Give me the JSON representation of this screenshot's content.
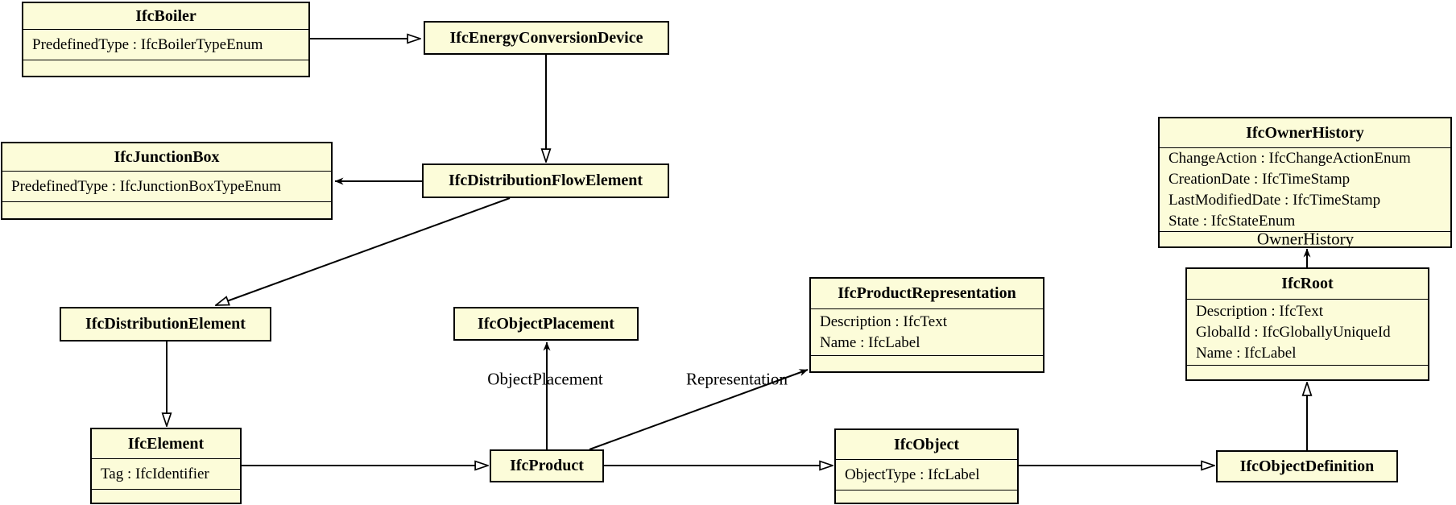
{
  "diagram": {
    "type": "uml-class-diagram",
    "background_color": "#FFFFFF",
    "class_fill_color": "#FCFCD9",
    "class_border_color": "#000000",
    "text_color": "#000000"
  },
  "classes": [
    {
      "name": "IfcBoiler",
      "attributes": [
        "PredefinedType : IfcBoilerTypeEnum"
      ]
    },
    {
      "name": "IfcEnergyConversionDevice",
      "attributes": []
    },
    {
      "name": "IfcJunctionBox",
      "attributes": [
        "PredefinedType : IfcJunctionBoxTypeEnum"
      ]
    },
    {
      "name": "IfcDistributionFlowElement",
      "attributes": []
    },
    {
      "name": "IfcOwnerHistory",
      "attributes": [
        "ChangeAction : IfcChangeActionEnum",
        "CreationDate : IfcTimeStamp",
        "LastModifiedDate : IfcTimeStamp",
        "State : IfcStateEnum"
      ]
    },
    {
      "name": "IfcDistributionElement",
      "attributes": []
    },
    {
      "name": "IfcObjectPlacement",
      "attributes": []
    },
    {
      "name": "IfcProductRepresentation",
      "attributes": [
        "Description : IfcText",
        "Name : IfcLabel"
      ]
    },
    {
      "name": "IfcRoot",
      "attributes": [
        "Description : IfcText",
        "GlobalId : IfcGloballyUniqueId",
        "Name : IfcLabel"
      ]
    },
    {
      "name": "IfcElement",
      "attributes": [
        "Tag : IfcIdentifier"
      ]
    },
    {
      "name": "IfcProduct",
      "attributes": []
    },
    {
      "name": "IfcObject",
      "attributes": [
        "ObjectType : IfcLabel"
      ]
    },
    {
      "name": "IfcObjectDefinition",
      "attributes": []
    }
  ],
  "relations": [
    {
      "from": "IfcBoiler",
      "to": "IfcEnergyConversionDevice",
      "type": "generalization",
      "label": ""
    },
    {
      "from": "IfcEnergyConversionDevice",
      "to": "IfcDistributionFlowElement",
      "type": "generalization",
      "label": ""
    },
    {
      "from": "IfcDistributionFlowElement",
      "to": "IfcJunctionBox",
      "type": "association",
      "label": ""
    },
    {
      "from": "IfcDistributionFlowElement",
      "to": "IfcDistributionElement",
      "type": "generalization",
      "label": ""
    },
    {
      "from": "IfcDistributionElement",
      "to": "IfcElement",
      "type": "generalization",
      "label": ""
    },
    {
      "from": "IfcElement",
      "to": "IfcProduct",
      "type": "generalization",
      "label": ""
    },
    {
      "from": "IfcProduct",
      "to": "IfcObjectPlacement",
      "type": "association",
      "label": "ObjectPlacement"
    },
    {
      "from": "IfcProduct",
      "to": "IfcProductRepresentation",
      "type": "association",
      "label": "Representation"
    },
    {
      "from": "IfcProduct",
      "to": "IfcObject",
      "type": "generalization",
      "label": ""
    },
    {
      "from": "IfcObject",
      "to": "IfcObjectDefinition",
      "type": "generalization",
      "label": ""
    },
    {
      "from": "IfcObjectDefinition",
      "to": "IfcRoot",
      "type": "generalization",
      "label": ""
    },
    {
      "from": "IfcRoot",
      "to": "IfcOwnerHistory",
      "type": "association",
      "label": "OwnerHistory"
    }
  ]
}
